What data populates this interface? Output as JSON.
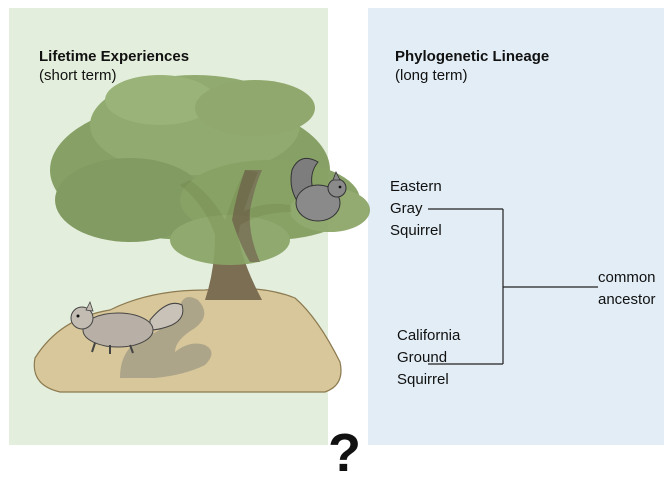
{
  "left": {
    "title": "Lifetime Experiences",
    "subtitle": "(short term)"
  },
  "right": {
    "title": "Phylogenetic Lineage",
    "subtitle": "(long term)"
  },
  "tree": {
    "leaf_top": [
      "Eastern",
      "Gray",
      "Squirrel"
    ],
    "leaf_bottom": [
      "California",
      "Ground",
      "Squirrel"
    ],
    "root": [
      "common",
      "ancestor"
    ]
  },
  "question_mark": "?",
  "colors": {
    "left_bg": "#e3eedc",
    "right_bg": "#e2edf6",
    "foliage": "#7f9a5c",
    "trunk": "#7b6e52",
    "ground": "#d8c79a",
    "squirrel_gray": "#8a8a8a",
    "ground_squirrel": "#b8b0a6"
  }
}
